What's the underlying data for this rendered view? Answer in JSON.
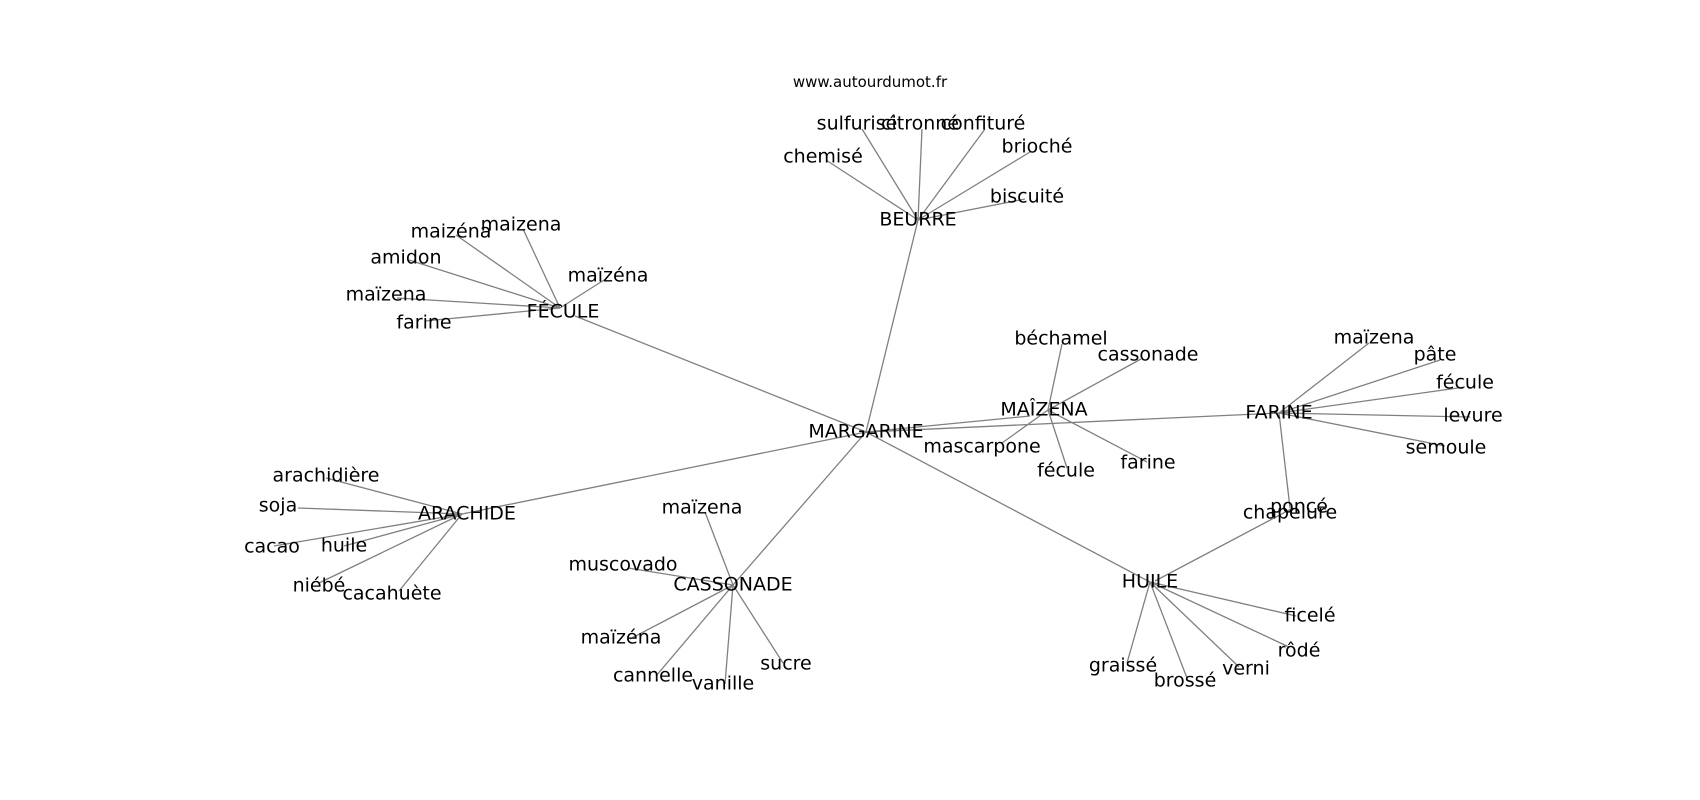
{
  "watermark": "www.autourdumot.fr",
  "center": "MARGARINE",
  "clusters": [
    {
      "hub": "BEURRE",
      "words": [
        "sulfurisé",
        "citronné",
        "confituré",
        "chemisé",
        "brioché",
        "biscuité"
      ]
    },
    {
      "hub": "FÉCULE",
      "words": [
        "maizena",
        "maizéna",
        "amidon",
        "maïzéna",
        "maïzena",
        "farine"
      ]
    },
    {
      "hub": "MAÎZENA",
      "words": [
        "béchamel",
        "cassonade",
        "mascarpone",
        "fécule",
        "farine"
      ]
    },
    {
      "hub": "FARINE",
      "words": [
        "maïzena",
        "pâte",
        "fécule",
        "levure",
        "semoule",
        "chapelure",
        "poncé"
      ]
    },
    {
      "hub": "ARACHIDE",
      "words": [
        "arachidière",
        "soja",
        "cacao",
        "huile",
        "niébé",
        "cacahuète"
      ]
    },
    {
      "hub": "CASSONADE",
      "words": [
        "maïzena",
        "muscovado",
        "maïzéna",
        "cannelle",
        "vanille",
        "sucre"
      ]
    },
    {
      "hub": "HUILE",
      "words": [
        "ficelé",
        "rôdé",
        "verni",
        "brossé",
        "graissé"
      ]
    }
  ]
}
